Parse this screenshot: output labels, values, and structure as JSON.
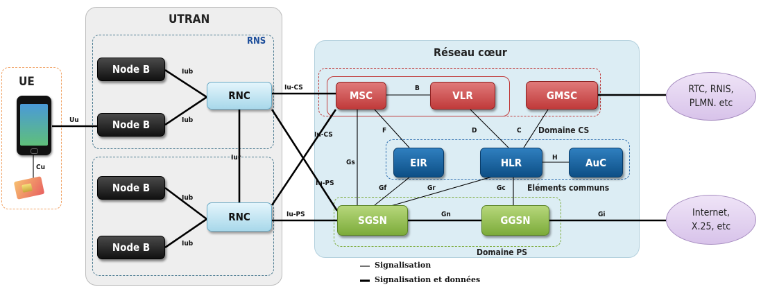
{
  "regions": {
    "utran_title": "UTRAN",
    "rns_label": "RNS",
    "ue_title": "UE",
    "core_title": "Réseau cœur",
    "cs_domain": "Domaine CS",
    "common_elements": "Eléments communs",
    "ps_domain": "Domaine PS"
  },
  "nodes": {
    "nodeb": "Node B",
    "rnc": "RNC",
    "msc": "MSC",
    "vlr": "VLR",
    "gmsc": "GMSC",
    "eir": "EIR",
    "hlr": "HLR",
    "auc": "AuC",
    "sgsn": "SGSN",
    "ggsn": "GGSN"
  },
  "external_networks": {
    "pstn": "RTC, RNIS,\nPLMN. etc",
    "internet": "Internet,\nX.25, etc"
  },
  "interfaces": {
    "uu": "Uu",
    "cu": "Cu",
    "iub": "Iub",
    "iur": "Iur",
    "iu_cs": "Iu-CS",
    "iu_ps": "Iu-PS",
    "b": "B",
    "c": "C",
    "d": "D",
    "f": "F",
    "h": "H",
    "gs": "Gs",
    "gf": "Gf",
    "gr": "Gr",
    "gc": "Gc",
    "gn": "Gn",
    "gi": "Gi"
  },
  "legend": {
    "signaling": "Signalisation",
    "signaling_and_data": "Signalisation et données"
  },
  "colors": {
    "core_background": "#dcedf4",
    "utran_background": "#eeeeee",
    "cs_red": "#c03a3a",
    "common_blue": "#0d4f86",
    "ps_green": "#7cab3a",
    "ue_orange": "#f0a060"
  }
}
